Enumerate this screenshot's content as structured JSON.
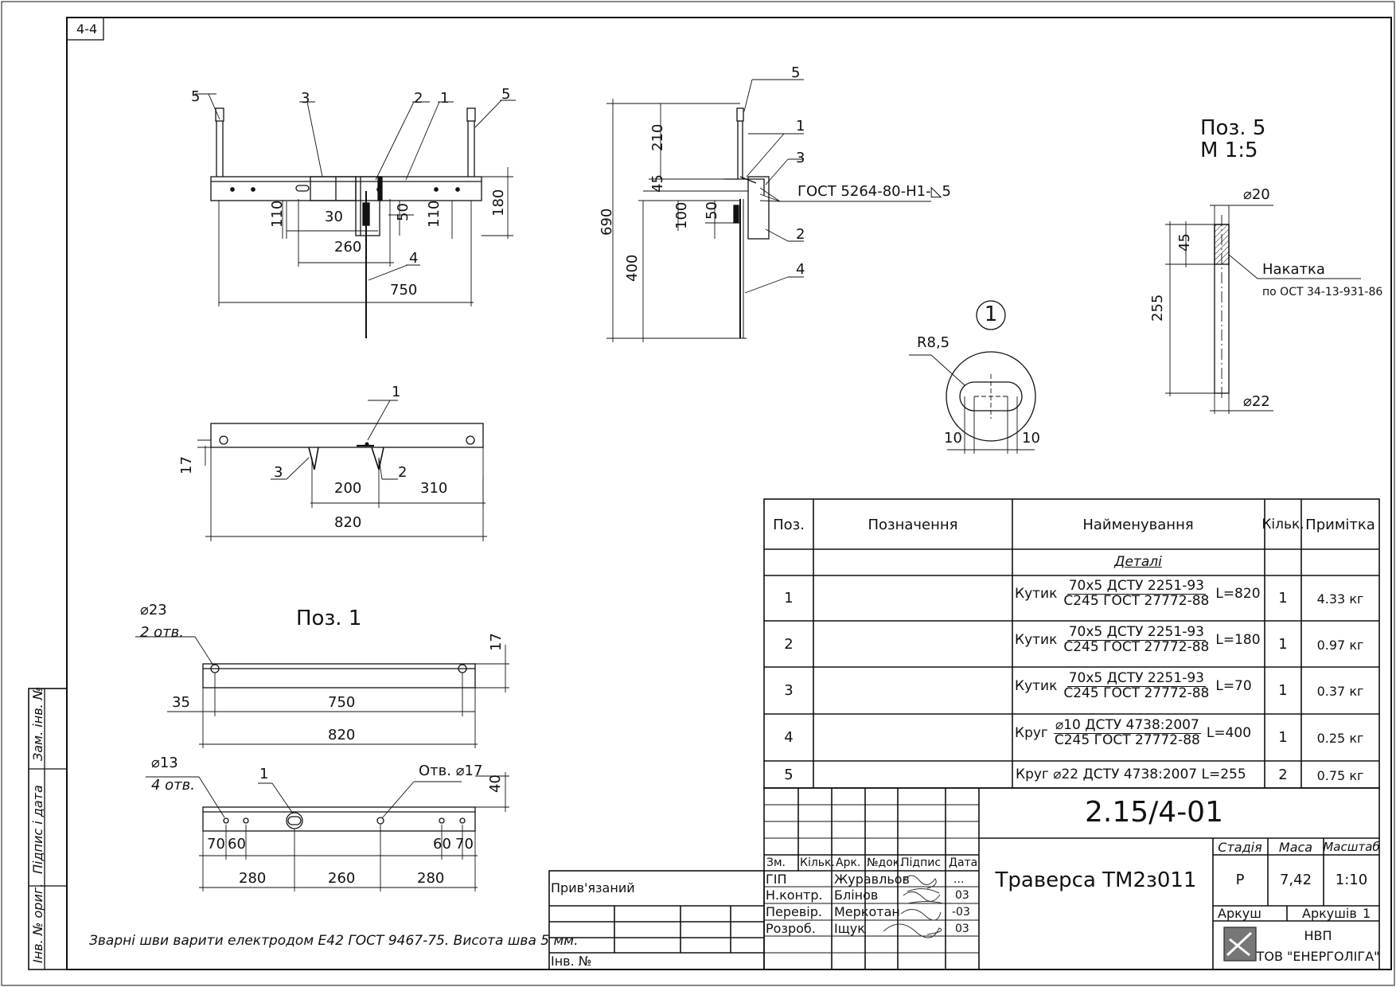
{
  "sheet": {
    "corner_tag": "4-4"
  },
  "main_view": {
    "pos_labels": [
      "5",
      "3",
      "2",
      "1",
      "5",
      "4"
    ],
    "dims": [
      "110",
      "30",
      "260",
      "50",
      "110",
      "180",
      "750"
    ]
  },
  "side_view": {
    "pos_labels": [
      "5",
      "1",
      "3",
      "2",
      "4"
    ],
    "dims": [
      "210",
      "45",
      "690",
      "100",
      "50",
      "400"
    ],
    "weld_note": "ГОСТ 5264-80-Н1-◺5"
  },
  "top_view": {
    "pos_labels": [
      "1",
      "3",
      "2"
    ],
    "dims": [
      "17",
      "200",
      "310",
      "820"
    ]
  },
  "detail_1": {
    "marker": "1",
    "radius": "R8,5",
    "dims": [
      "10",
      "10"
    ]
  },
  "pos5": {
    "title": "Поз. 5",
    "scale": "М 1:5",
    "dia_top": "⌀20",
    "dia_bottom": "⌀22",
    "dims": [
      "45",
      "255"
    ],
    "knurl_label": "Накатка",
    "knurl_std": "по ОСТ 34-13-931-86"
  },
  "pos1": {
    "title": "Поз. 1",
    "hole_big": "⌀23",
    "hole_big_count": "2 отв.",
    "hole_small": "⌀13",
    "hole_small_count": "4 отв.",
    "hole_mid": "Отв. ⌀17",
    "callout": "1",
    "dims_top": [
      "17",
      "35",
      "750",
      "820"
    ],
    "dims_bottom": [
      "40",
      "70",
      "60",
      "60",
      "70",
      "280",
      "260",
      "280"
    ]
  },
  "note": "Зварні шви варити електродом Е42 ГОСТ 9467-75. Висота шва 5 мм.",
  "spec": {
    "headers": {
      "pos": "Поз.",
      "designation": "Позначення",
      "name": "Найменування",
      "qty": "Кільк.",
      "note": "Примітка"
    },
    "section": "Деталі",
    "rows": [
      {
        "pos": "1",
        "prefix": "Кутик",
        "top": "70х5 ДСТУ 2251-93",
        "bottom": "С245 ГОСТ 27772-88",
        "suffix": "L=820",
        "qty": "1",
        "note": "4.33 кг"
      },
      {
        "pos": "2",
        "prefix": "Кутик",
        "top": "70х5 ДСТУ 2251-93",
        "bottom": "С245 ГОСТ 27772-88",
        "suffix": "L=180",
        "qty": "1",
        "note": "0.97 кг"
      },
      {
        "pos": "3",
        "prefix": "Кутик",
        "top": "70х5 ДСТУ 2251-93",
        "bottom": "С245 ГОСТ 27772-88",
        "suffix": "L=70",
        "qty": "1",
        "note": "0.37 кг"
      },
      {
        "pos": "4",
        "prefix": "Круг",
        "top": "⌀10 ДСТУ 4738:2007",
        "bottom": "С245 ГОСТ 27772-88",
        "suffix": "L=400",
        "qty": "1",
        "note": "0.25 кг"
      },
      {
        "pos": "5",
        "name": "Круг ⌀22 ДСТУ 4738:2007 L=255",
        "qty": "2",
        "note": "0.75 кг"
      }
    ]
  },
  "titleblock": {
    "doc_code": "2.15/4-01",
    "doc_name": "Траверса ТМ2з011",
    "col_heads": [
      "Зм.",
      "Кільк.",
      "Арк.",
      "№док.",
      "Підпис",
      "Дата"
    ],
    "roles": [
      {
        "role": "ГІП",
        "name": "Журавльов"
      },
      {
        "role": "Н.контр.",
        "name": "Блінов"
      },
      {
        "role": "Перевір.",
        "name": "Меркотан"
      },
      {
        "role": "Розроб.",
        "name": "Іщук"
      }
    ],
    "dates": [
      "...",
      "03",
      "-03",
      "03"
    ],
    "stage_label": "Стадія",
    "mass_label": "Маса",
    "scale_label": "Масштаб",
    "stage": "Р",
    "mass": "7,42",
    "scale": "1:10",
    "sheet_label": "Аркуш",
    "sheets_label": "Аркушів",
    "sheets": "1",
    "company_1": "НВП",
    "company_2": "ТОВ \"ЕНЕРГОЛІГА\"",
    "attached": "Прив'язаний",
    "inv_no": "Інв. №"
  },
  "side_stamps": [
    "Зам. інв. №",
    "Підпис і дата",
    "Інв. № ориг."
  ]
}
